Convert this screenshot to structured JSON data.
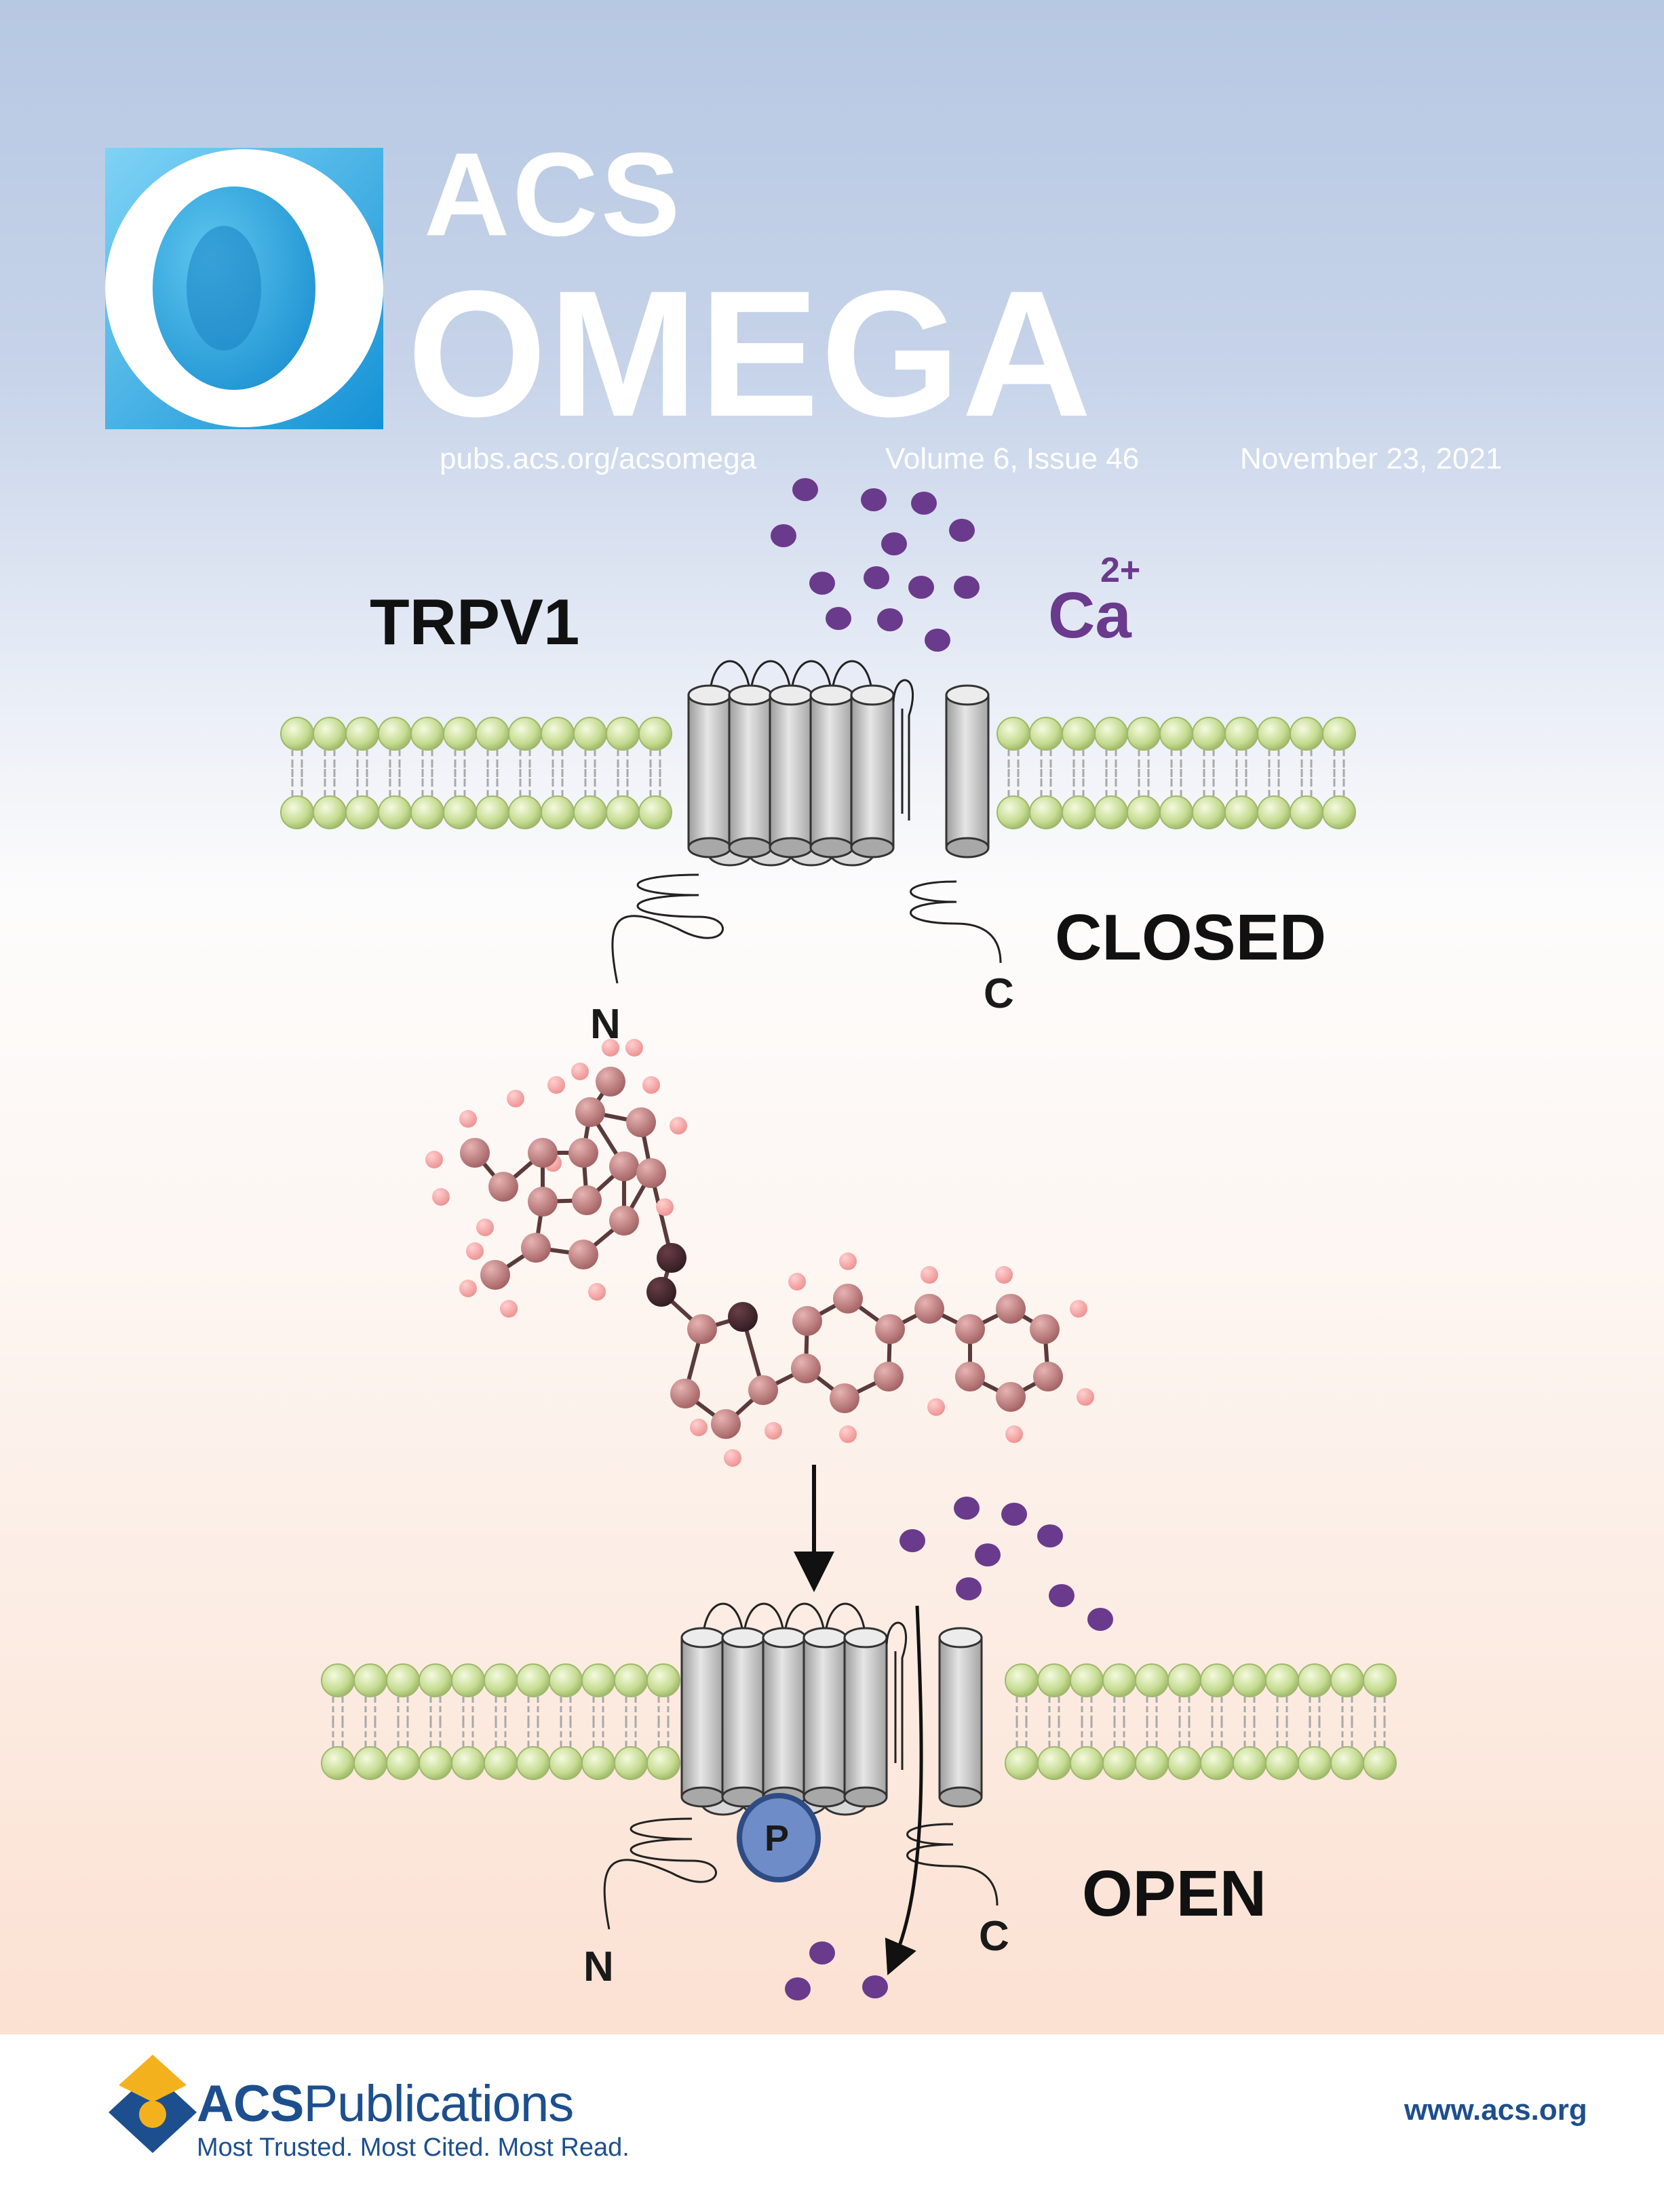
{
  "journal": {
    "name_line1": "ACS",
    "name_line2": "OMEGA",
    "website": "pubs.acs.org/acsomega",
    "issue": "Volume 6, Issue 46",
    "date": "November 23, 2021"
  },
  "figure": {
    "channel_label": "TRPV1",
    "state_closed": "CLOSED",
    "state_open": "OPEN",
    "n_terminus": "N",
    "c_terminus": "C",
    "ion_symbol": "Ca",
    "ion_charge": "2+",
    "phospho_label": "P"
  },
  "publisher": {
    "brand_acs": "ACS",
    "brand_publications": "Publications",
    "tagline": "Most Trusted. Most Cited. Most Read.",
    "site": "www.acs.org"
  },
  "colors": {
    "logo_blue": "#1aa3e0",
    "ion_purple": "#6a3a8c",
    "lipid_green": "#c6dc92",
    "protein_gray": "#cfcfcf",
    "atom_mauve": "#b56f70",
    "hydrogen_pink": "#f2a0a0",
    "phospho_blue": "#6e8dc8",
    "publisher_blue": "#1d4f8e"
  },
  "icons": [
    "acs-omega-logo-icon",
    "acs-publications-crest-icon"
  ]
}
